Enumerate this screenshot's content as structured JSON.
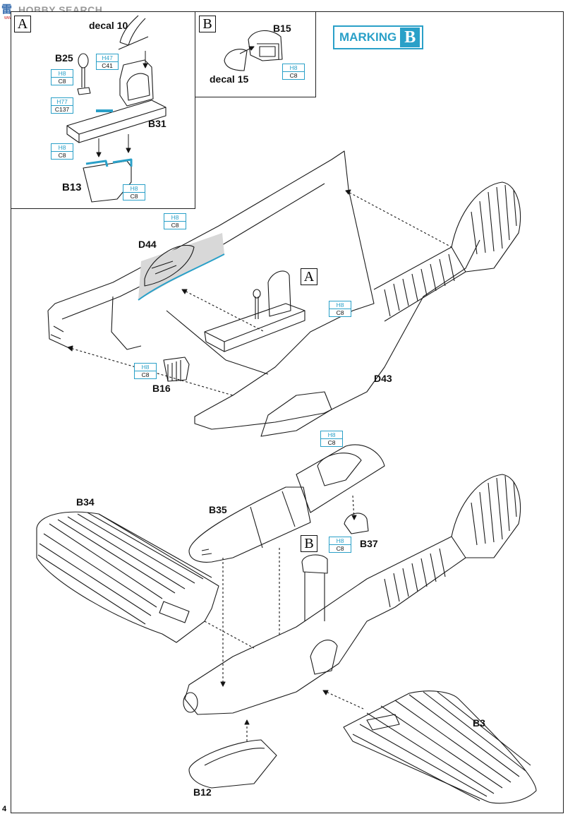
{
  "watermark": {
    "logo": "雷",
    "text": "HOBBY SEARCH",
    "url": "www.hobby.com"
  },
  "marking": {
    "label": "MARKING",
    "letter": "B"
  },
  "inset_a": {
    "letter": "A",
    "decal": "decal 10",
    "parts": {
      "b25": "B25",
      "b31": "B31",
      "b13": "B13"
    }
  },
  "inset_b": {
    "letter": "B",
    "decal": "decal 15",
    "parts": {
      "b15": "B15"
    }
  },
  "callouts": {
    "a": "A",
    "b": "B"
  },
  "parts": {
    "d44": "D44",
    "d43": "D43",
    "b16": "B16",
    "b34": "B34",
    "b35": "B35",
    "b37": "B37",
    "b3": "B3",
    "b12": "B12"
  },
  "paints": [
    {
      "h": "H47",
      "c": "C41"
    },
    {
      "h": "H8",
      "c": "C8"
    },
    {
      "h": "H77",
      "c": "C137"
    },
    {
      "h": "H8",
      "c": "C8"
    },
    {
      "h": "H8",
      "c": "C8"
    },
    {
      "h": "H8",
      "c": "C8"
    },
    {
      "h": "H8",
      "c": "C8"
    },
    {
      "h": "H8",
      "c": "C8"
    },
    {
      "h": "H8",
      "c": "C8"
    },
    {
      "h": "H8",
      "c": "C8"
    },
    {
      "h": "H8",
      "c": "C8"
    },
    {
      "h": "H8",
      "c": "C8"
    }
  ],
  "page_number": "4"
}
